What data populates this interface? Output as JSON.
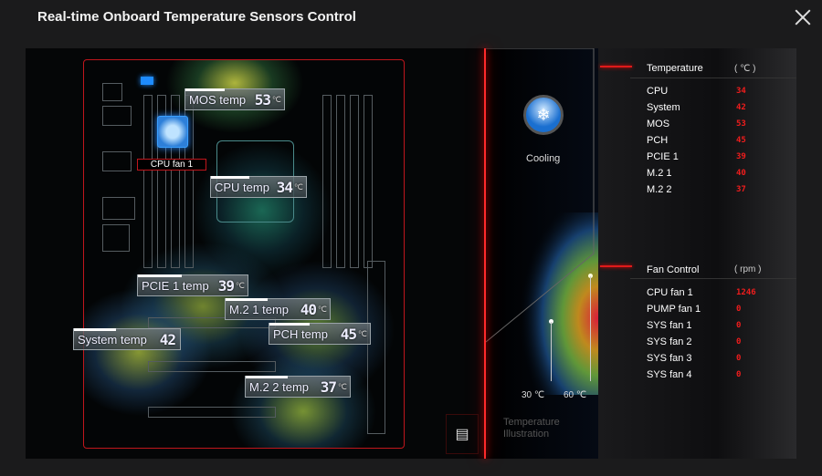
{
  "window": {
    "title": "Real-time Onboard Temperature Sensors Control"
  },
  "board": {
    "sensors": [
      {
        "name": "MOS temp",
        "value": "53",
        "unit": "℃"
      },
      {
        "name": "CPU temp",
        "value": "34",
        "unit": "℃"
      },
      {
        "name": "PCIE 1 temp",
        "value": "39",
        "unit": "℃"
      },
      {
        "name": "M.2 1 temp",
        "value": "40",
        "unit": "℃"
      },
      {
        "name": "System temp",
        "value": "42",
        "unit": "℃"
      },
      {
        "name": "PCH temp",
        "value": "45",
        "unit": "℃"
      },
      {
        "name": "M.2 2 temp",
        "value": "37",
        "unit": "℃"
      }
    ],
    "fan_label": "CPU fan 1"
  },
  "middle": {
    "mode_label": "Cooling",
    "scale_low": "30 ℃",
    "scale_high": "60 ℃",
    "illustration_label": "Temperature Illustration"
  },
  "temperature": {
    "header": "Temperature",
    "unit": "( ℃ )",
    "rows": [
      {
        "label": "CPU",
        "value": "34"
      },
      {
        "label": "System",
        "value": "42"
      },
      {
        "label": "MOS",
        "value": "53"
      },
      {
        "label": "PCH",
        "value": "45"
      },
      {
        "label": "PCIE 1",
        "value": "39"
      },
      {
        "label": "M.2 1",
        "value": "40"
      },
      {
        "label": "M.2 2",
        "value": "37"
      }
    ]
  },
  "fans": {
    "header": "Fan Control",
    "unit": "( rpm )",
    "rows": [
      {
        "label": "CPU fan 1",
        "value": "1246"
      },
      {
        "label": "PUMP fan 1",
        "value": "0"
      },
      {
        "label": "SYS fan 1",
        "value": "0"
      },
      {
        "label": "SYS fan 2",
        "value": "0"
      },
      {
        "label": "SYS fan 3",
        "value": "0"
      },
      {
        "label": "SYS fan 4",
        "value": "0"
      }
    ]
  },
  "colors": {
    "accent": "#f01c1c",
    "cool": "#1a6fd0"
  }
}
